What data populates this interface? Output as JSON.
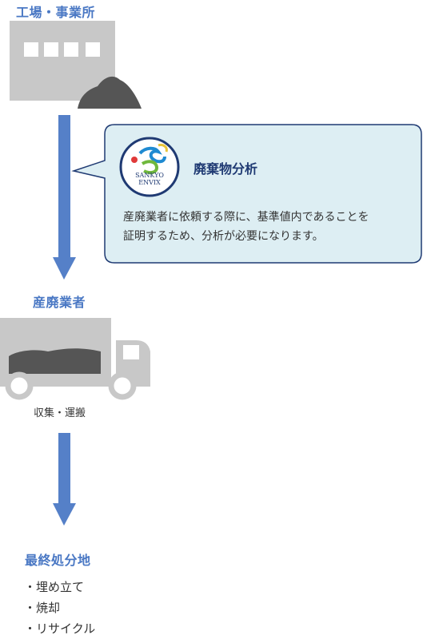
{
  "stages": {
    "factory_title": "工場・事業所",
    "waste_company_title": "産廃業者",
    "collection_label": "収集・運搬",
    "final_disposal_title": "最終処分地"
  },
  "bubble": {
    "logo_text_top": "SANKYO",
    "logo_text_bottom": "ENVIX",
    "title": "廃棄物分析",
    "text_line1": "産廃業者に依頼する際に、基準値内であることを",
    "text_line2": "証明するため、分析が必要になります。"
  },
  "disposal_methods": [
    "・埋め立て",
    "・焼却",
    "・リサイクル"
  ],
  "colors": {
    "accent": "#4a78c4",
    "arrow": "#5580c8",
    "bubble_fill": "#ddeef3",
    "bubble_border": "#1f3a73",
    "building": "#c8c8c8",
    "waste": "#555555"
  }
}
